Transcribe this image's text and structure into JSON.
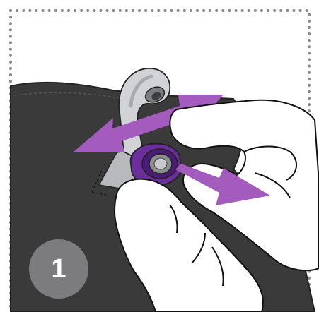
{
  "step": {
    "number": "1"
  },
  "colors": {
    "frame_dots": "#8a8a8c",
    "fabric": "#3b3a3b",
    "fabric_outline": "#222222",
    "earbud": "#d2d3d6",
    "earbud_shade": "#a9aaae",
    "button": "#6a2f9b",
    "button_dark": "#4b1c75",
    "arrow": "#a35bbd",
    "hand_fill": "#ffffff",
    "hand_outline": "#111111",
    "badge": "#7c7c7e",
    "badge_text": "#ffffff"
  },
  "icons": {
    "double_arrow": "double-headed-arrow",
    "pull_arrow": "right-arrow",
    "earbud": "earbud",
    "magnet_button": "magnet-button"
  }
}
